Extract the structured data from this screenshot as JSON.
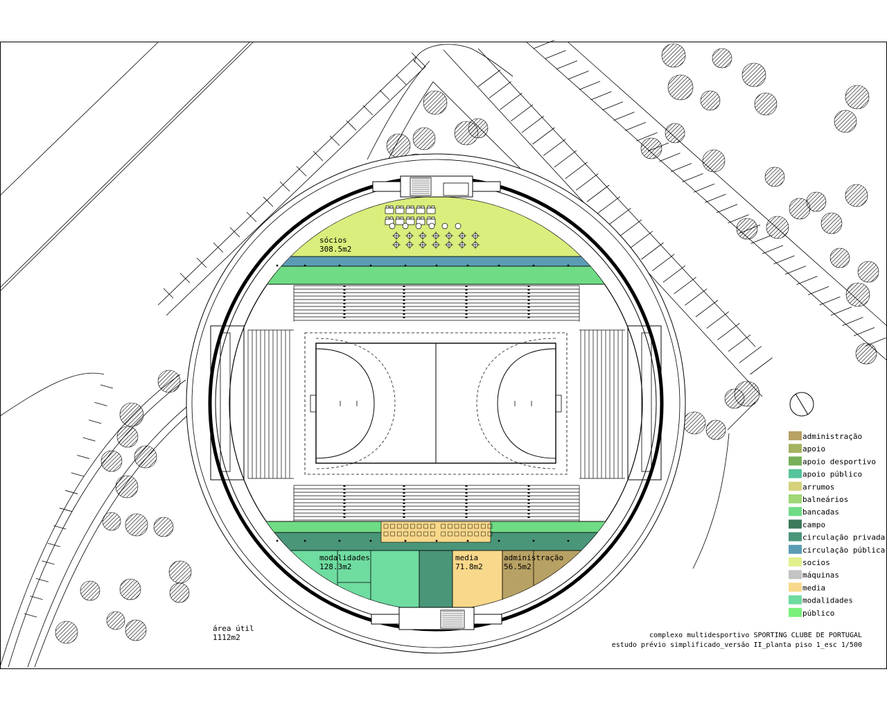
{
  "zones": {
    "socios": {
      "name": "sócios",
      "area": "308.5m2"
    },
    "modalidades": {
      "name": "modalidades",
      "area": "128.3m2"
    },
    "media": {
      "name": "media",
      "area": "71.8m2"
    },
    "administracao": {
      "name": "administração",
      "area": "56.5m2"
    }
  },
  "area_util": {
    "label": "área útil",
    "value": "1112m2"
  },
  "legend": [
    {
      "label": "administração",
      "color": "#b8a164"
    },
    {
      "label": "apoio",
      "color": "#a4b360"
    },
    {
      "label": "apoio desportivo",
      "color": "#77b05a"
    },
    {
      "label": "apoio público",
      "color": "#55c49a"
    },
    {
      "label": "arrumos",
      "color": "#d5d27a"
    },
    {
      "label": "balneários",
      "color": "#9fd876"
    },
    {
      "label": "bancadas",
      "color": "#6fdc85"
    },
    {
      "label": "campo",
      "color": "#3d7a5c"
    },
    {
      "label": "circulação privada",
      "color": "#4a9679"
    },
    {
      "label": "circulação pública",
      "color": "#5b9cb4"
    },
    {
      "label": "socios",
      "color": "#e2f08c"
    },
    {
      "label": "máquinas",
      "color": "#c4c4c4"
    },
    {
      "label": "media",
      "color": "#f8d88a"
    },
    {
      "label": "modalidades",
      "color": "#6fdca0"
    },
    {
      "label": "público",
      "color": "#79f07a"
    }
  ],
  "caption": {
    "line1": "complexo multidesportivo SPORTING CLUBE DE PORTUGAL",
    "line2": "estudo prévio simplificado_versão II_planta piso 1_esc 1/500"
  },
  "colors": {
    "socios": "#d9ee7c",
    "circulacao_publica": "#5b9cb4",
    "bancadas": "#6fdc85",
    "circulacao_privada": "#4a9679",
    "modalidades": "#6fdca0",
    "media": "#f8d88a",
    "administracao": "#b8a164"
  }
}
